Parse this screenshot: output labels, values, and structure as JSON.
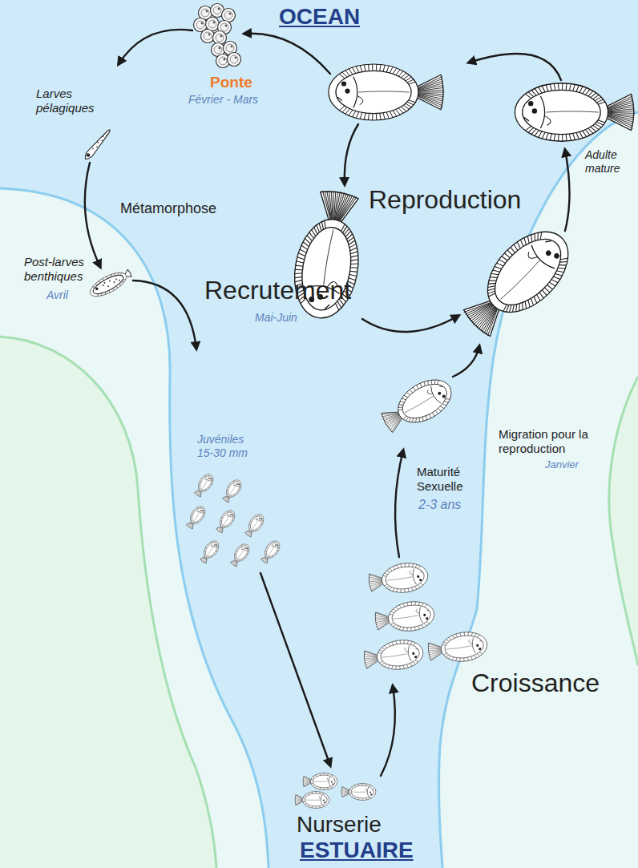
{
  "diagram": {
    "labels": [
      "OCEAN",
      "Larves pélagiques",
      "Ponte",
      "Février - Mars",
      "Métamorphose",
      "Post-larves benthiques",
      "Avril",
      "Recrutement",
      "Mai-Juin",
      "Juvéniles 15-30 mm",
      "Reproduction",
      "Adulte mature",
      "Migration pour la reproduction",
      "Janvier",
      "Maturité Sexuelle",
      "2-3 ans",
      "Croissance",
      "Nurserie",
      "ESTUAIRE"
    ]
  }
}
